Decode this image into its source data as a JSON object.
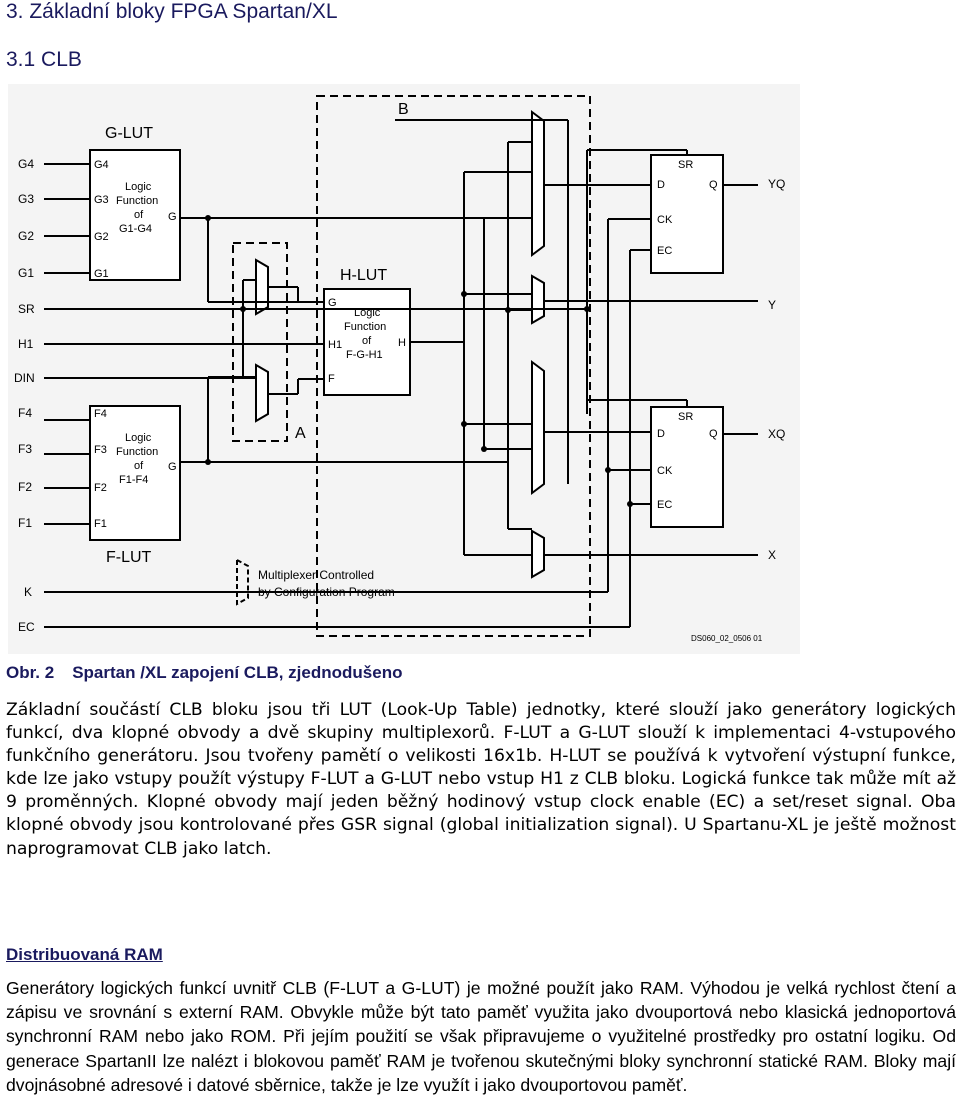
{
  "heading": "3. Základní bloky FPGA Spartan/XL",
  "subheading": "3.1 CLB",
  "figure": {
    "inputs": [
      "G4",
      "G3",
      "G2",
      "G1",
      "SR",
      "H1",
      "DIN",
      "F4",
      "F3",
      "F2",
      "F1",
      "K",
      "EC"
    ],
    "outputs": [
      "YQ",
      "Y",
      "XQ",
      "X"
    ],
    "g_lut": {
      "title": "G-LUT",
      "pins": [
        "G4",
        "G3",
        "G2",
        "G1"
      ],
      "body": [
        "Logic",
        "Function",
        "of",
        "G1-G4"
      ],
      "out": "G"
    },
    "f_lut": {
      "title": "F-LUT",
      "pins": [
        "F4",
        "F3",
        "F2",
        "F1"
      ],
      "body": [
        "Logic",
        "Function",
        "of",
        "F1-F4"
      ],
      "out": "G"
    },
    "h_lut": {
      "title": "H-LUT",
      "pins": [
        "G",
        "H1",
        "F"
      ],
      "body": [
        "Logic",
        "Function",
        "of",
        "F-G-H1"
      ],
      "out": "H"
    },
    "ff_pins": [
      "SR",
      "D",
      "Q",
      "CK",
      "EC"
    ],
    "label_a": "A",
    "label_b": "B",
    "legend": [
      "Multiplexer Controlled",
      "by Configuration Program"
    ],
    "code": "DS060_02_0506 01"
  },
  "caption": {
    "number": "Obr. 2",
    "text": "Spartan /XL zapojení CLB, zjednodušeno"
  },
  "paragraph1": "Základní součástí CLB bloku jsou tři LUT (Look-Up Table) jednotky, které slouží jako generátory logických funkcí, dva klopné obvody a dvě skupiny multiplexorů. F-LUT a G-LUT slouží k implementaci 4-vstupového funkčního generátoru. Jsou tvořeny pamětí o velikosti 16x1b. H-LUT se používá k vytvoření výstupní funkce, kde lze jako vstupy použít výstupy F-LUT a G-LUT nebo vstup H1 z CLB bloku. Logická funkce tak může mít až 9 proměnných. Klopné obvody mají jeden běžný hodinový vstup clock enable (EC) a set/reset signal. Oba klopné obvody jsou kontrolované přes GSR signal (global initialization signal). U Spartanu-XL je ještě možnost naprogramovat CLB jako latch.",
  "section_title": "Distribuovaná RAM",
  "paragraph2": "Generátory logických funkcí uvnitř CLB (F-LUT a G-LUT) je možné použít jako RAM. Výhodou je velká rychlost čtení a zápisu ve srovnání s externí RAM. Obvykle může být tato paměť využita jako dvouportová nebo klasická jednoportová synchronní RAM nebo jako ROM. Při jejím použití se však připravujeme o využitelné prostředky pro ostatní logiku. Od generace SpartanII lze nalézt i blokovou paměť RAM je tvořenou skutečnými bloky synchronní statické RAM. Bloky mají dvojnásobné adresové i datové sběrnice, takže je lze využít i jako dvouportovou paměť."
}
